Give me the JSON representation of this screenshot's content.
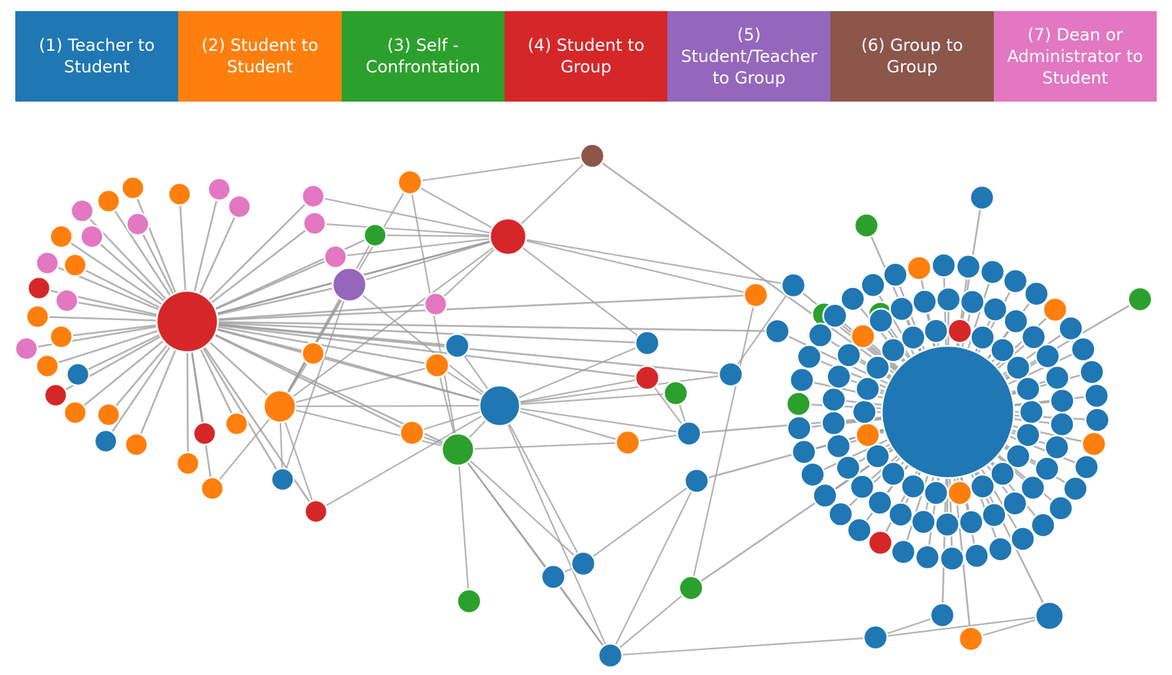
{
  "legend": [
    {
      "key": "1",
      "label": "(1) Teacher to Student",
      "color": "#1f77b4"
    },
    {
      "key": "2",
      "label": "(2) Student to Student",
      "color": "#ff7f0e"
    },
    {
      "key": "3",
      "label": "(3) Self - Confrontation",
      "color": "#2ca02c"
    },
    {
      "key": "4",
      "label": "(4) Student to Group",
      "color": "#d62728"
    },
    {
      "key": "5",
      "label": "(5) Student/Teacher to Group",
      "color": "#9467bd"
    },
    {
      "key": "6",
      "label": "(6) Group to Group",
      "color": "#8c564b"
    },
    {
      "key": "7",
      "label": "(7) Dean or Administrator to Student",
      "color": "#e377c2"
    }
  ],
  "network": {
    "edge_color": "#999999",
    "node_stroke": "#ffffff"
  }
}
